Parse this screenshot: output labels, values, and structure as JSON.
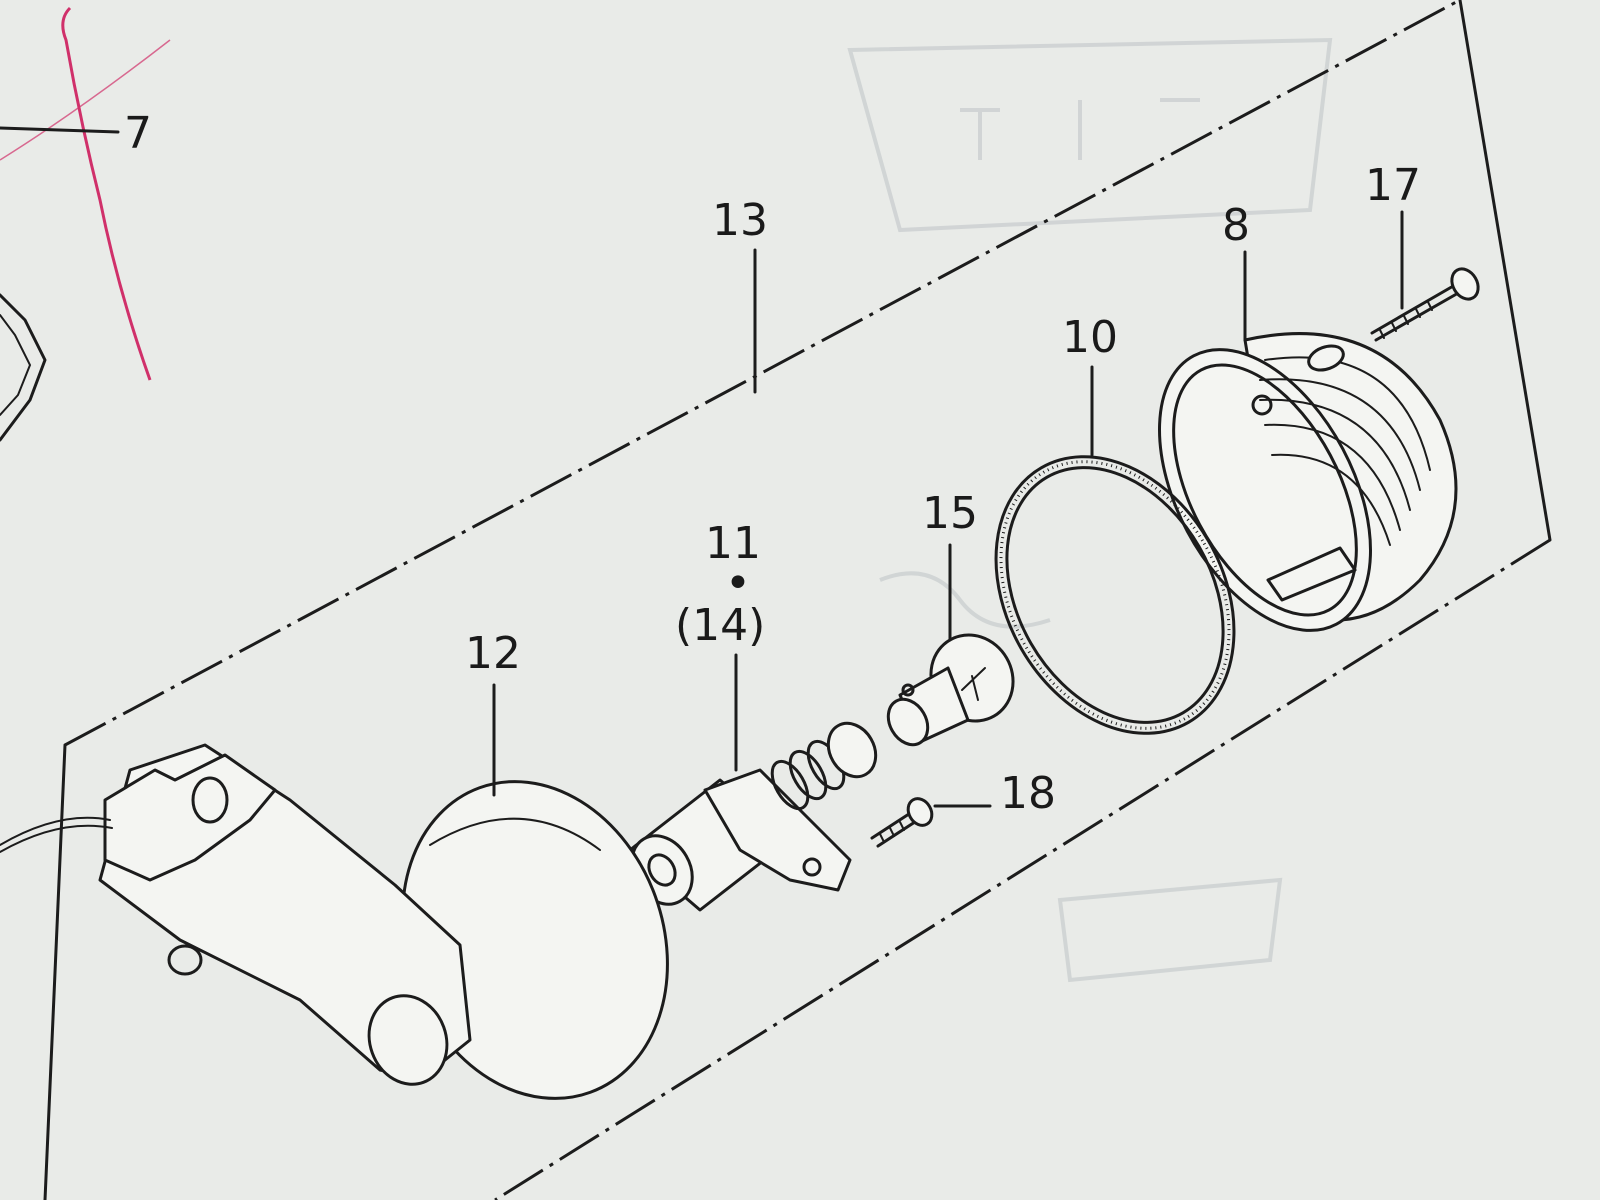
{
  "colors": {
    "paper": "#e9ebe8",
    "ink": "#1c1c1c",
    "pen_mark": "#d0306a"
  },
  "labels": {
    "part_7": "7",
    "part_13": "13",
    "part_17": "17",
    "part_8": "8",
    "part_10": "10",
    "part_15": "15",
    "part_11": "11",
    "part_11_dot": "•",
    "part_14": "(14)",
    "part_12": "12",
    "part_18": "18"
  }
}
